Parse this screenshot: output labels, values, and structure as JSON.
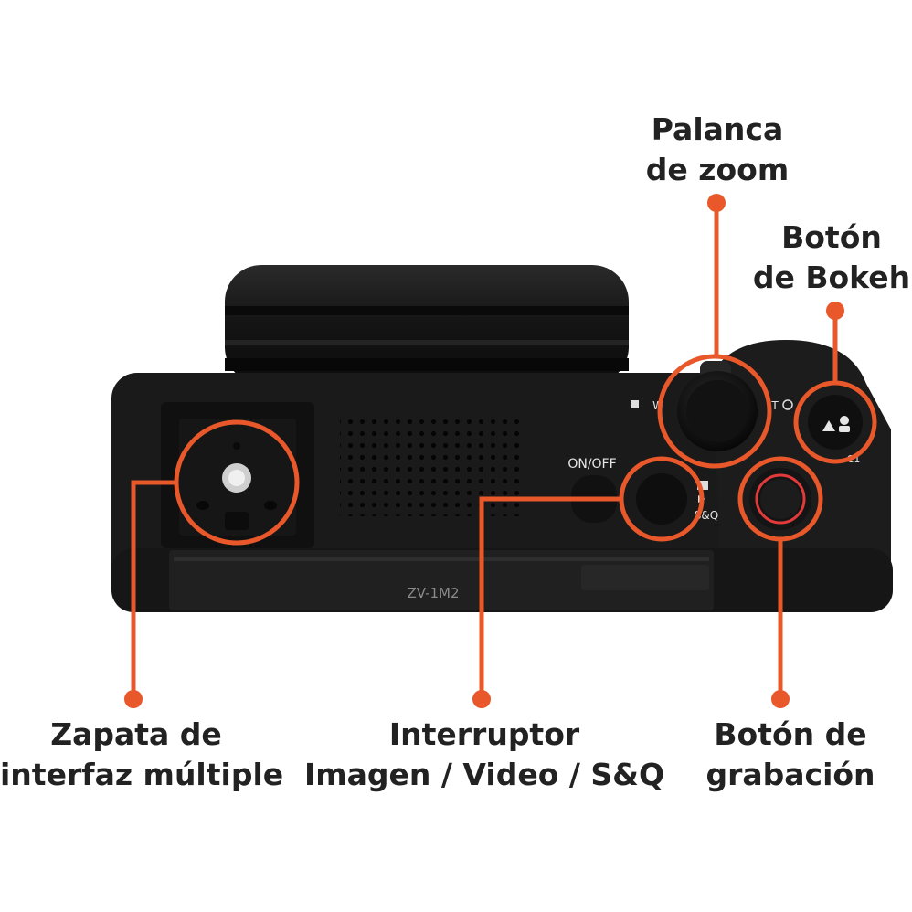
{
  "accent_color": "#e8582a",
  "camera": {
    "model": "ZV-1M2",
    "power_label": "ON/OFF",
    "mode_label": "S&Q",
    "zoom_wide": "W",
    "zoom_tele": "T",
    "custom_label": "C1"
  },
  "callouts": {
    "zoom_lever": {
      "line1": "Palanca",
      "line2": "de zoom"
    },
    "bokeh_button": {
      "line1": "Botón",
      "line2": "de Bokeh"
    },
    "multi_shoe": {
      "line1": "Zapata de",
      "line2": "interfaz múltiple"
    },
    "mode_switch": {
      "line1": "Interruptor",
      "line2": "Imagen / Video / S&Q"
    },
    "record_button": {
      "line1": "Botón de",
      "line2": "grabación"
    }
  }
}
